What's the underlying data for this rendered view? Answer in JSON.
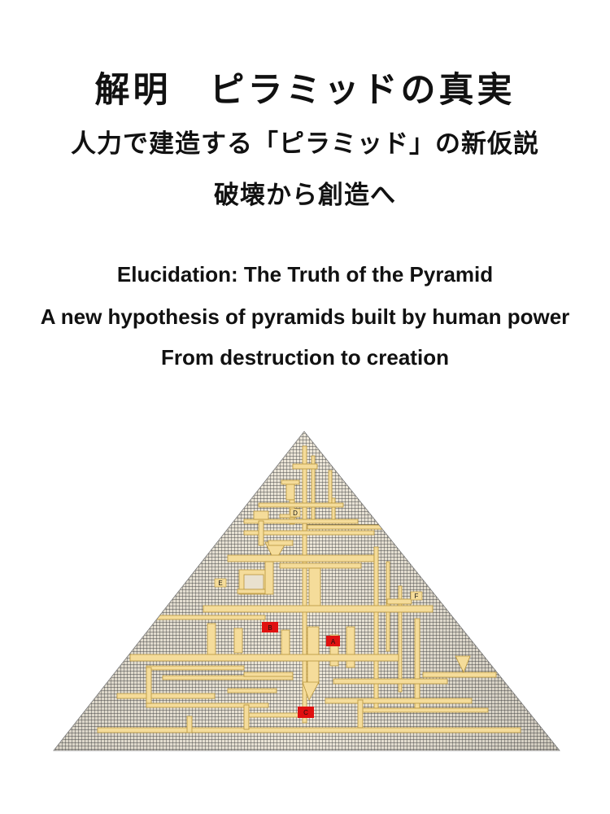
{
  "cover": {
    "title_jp": "解明　ピラミッドの真実",
    "subtitle_jp": "人力で建造する「ピラミッド」の新仮説",
    "subtitle2_jp": "破壊から創造へ",
    "title_en": "Elucidation: The Truth of the Pyramid",
    "subtitle_en": "A new hypothesis of pyramids built by human power",
    "subtitle2_en": "From destruction to creation"
  },
  "diagram": {
    "type": "pyramid-cross-section",
    "grid_color": "#555555",
    "stone_color": "#e9e1cf",
    "passage_color": "#f5dc9a",
    "passage_edge_color": "#b8943a",
    "marker_red": "#e01010",
    "labels": {
      "A": "A",
      "B": "B",
      "C": "C",
      "D": "D",
      "E": "E",
      "F": "F"
    }
  }
}
